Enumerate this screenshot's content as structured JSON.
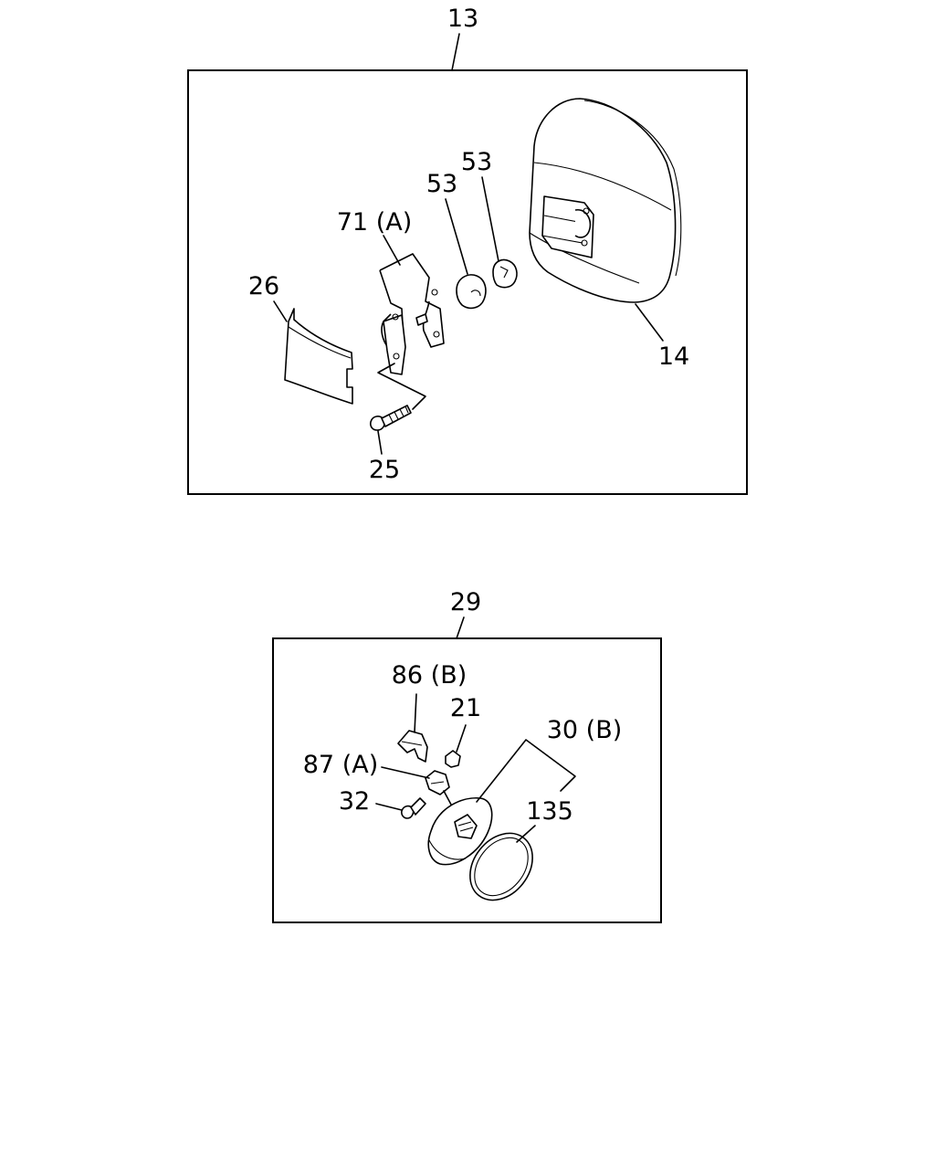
{
  "diagram": {
    "assemblies": [
      {
        "id": "mirror-assembly",
        "callout": "13",
        "parts": [
          {
            "key": "p14",
            "callout": "14"
          },
          {
            "key": "p26",
            "callout": "26"
          },
          {
            "key": "p71a",
            "callout": "71 (A)"
          },
          {
            "key": "p53a",
            "callout": "53"
          },
          {
            "key": "p53b",
            "callout": "53"
          },
          {
            "key": "p25",
            "callout": "25"
          }
        ]
      },
      {
        "id": "lamp-assembly",
        "callout": "29",
        "parts": [
          {
            "key": "p86b",
            "callout": "86 (B)"
          },
          {
            "key": "p21",
            "callout": "21"
          },
          {
            "key": "p30b",
            "callout": "30 (B)"
          },
          {
            "key": "p87a",
            "callout": "87 (A)"
          },
          {
            "key": "p32",
            "callout": "32"
          },
          {
            "key": "p135",
            "callout": "135"
          }
        ]
      }
    ]
  }
}
